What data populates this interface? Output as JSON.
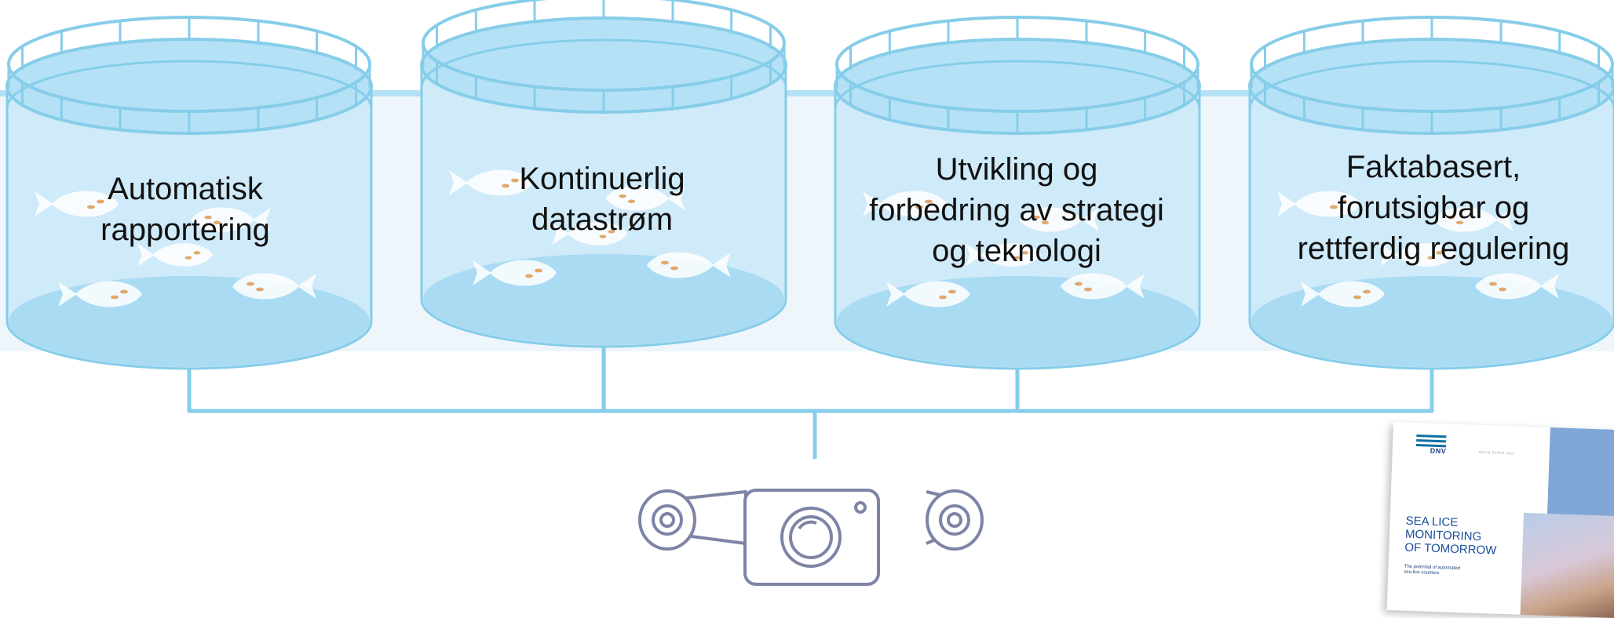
{
  "colors": {
    "water_outer": "#cfeaf8",
    "water_top": "#b4e1f6",
    "water_floor": "#a9dbf3",
    "stroke": "#86cde9",
    "background_wash": "#eef6fc",
    "camera_stroke": "#7d84a6",
    "fish_body": "#ffffff",
    "fish_spot": "#e2a86e"
  },
  "pens": [
    {
      "lines": [
        "Automatisk",
        "rapportering"
      ]
    },
    {
      "lines": [
        "Kontinuerlig",
        "datastrøm"
      ]
    },
    {
      "lines": [
        "Utvikling og",
        "forbedring av strategi",
        "og teknologi"
      ]
    },
    {
      "lines": [
        "Faktabasert,",
        "forutsigbar og",
        "rettferdig regulering"
      ]
    }
  ],
  "camera": {
    "icon": "camera-icon"
  },
  "report": {
    "logo": "DNV",
    "series": "WHITE PAPER 2022",
    "title_lines": [
      "SEA LICE",
      "MONITORING",
      "OF TOMORROW"
    ],
    "subtitle_lines": [
      "The potential of automated",
      "sea lice counters"
    ]
  }
}
